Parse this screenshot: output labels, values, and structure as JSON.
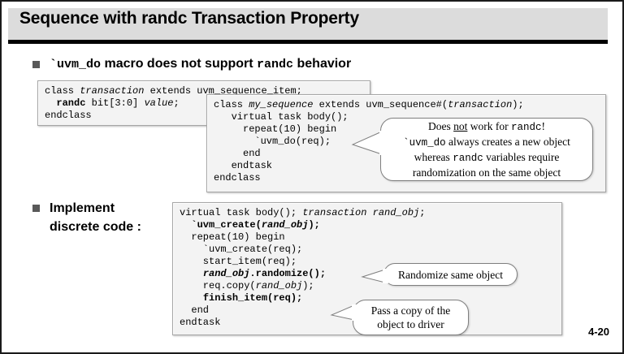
{
  "slide": {
    "title": "Sequence with randc Transaction Property",
    "page_number": "4-20",
    "title_bar_color": "#dcdcdc",
    "bullet_marker_color": "#595959",
    "code_box_bg": "#f3f3f3",
    "code_box_border": "#a6a6a6"
  },
  "bullets": [
    {
      "id": "uvm-do-macro",
      "segments": [
        {
          "text": "`uvm_do",
          "style": "mono"
        },
        {
          "text": " macro does not support ",
          "style": "sans"
        },
        {
          "text": "randc",
          "style": "mono"
        },
        {
          "text": " behavior",
          "style": "sans"
        }
      ],
      "plain": "`uvm_do macro does not support randc behavior"
    },
    {
      "id": "implement-discrete-code",
      "line1": "Implement",
      "line2": "discrete code :",
      "plain": "Implement discrete code :"
    }
  ],
  "code_boxes": [
    {
      "id": "transaction-class",
      "lines": [
        "class transaction extends uvm_sequence_item;",
        "  randc bit[3:0] value;",
        "endclass"
      ]
    },
    {
      "id": "my-sequence-class",
      "lines": [
        "class my_sequence extends uvm_sequence#(transaction);",
        "   virtual task body();",
        "     repeat(10) begin",
        "       `uvm_do(req);",
        "     end",
        "   endtask",
        "endclass"
      ]
    },
    {
      "id": "discrete-code-body",
      "lines": [
        "virtual task body(); transaction rand_obj;",
        "  `uvm_create(rand_obj);",
        "  repeat(10) begin",
        "    `uvm_create(req);",
        "    start_item(req);",
        "    rand_obj.randomize();",
        "    req.copy(rand_obj);",
        "    finish_item(req);",
        "  end",
        "endtask"
      ]
    }
  ],
  "callouts": [
    {
      "id": "randc-warning",
      "lines": [
        "Does not work for randc!",
        "`uvm_do always creates a new object",
        "whereas randc variables require",
        "randomization on the same object"
      ],
      "plain": "Does not work for randc! `uvm_do always creates a new object whereas randc variables require randomization on the same object"
    },
    {
      "id": "randomize-same-object",
      "text": "Randomize same object"
    },
    {
      "id": "pass-copy-to-driver",
      "line1": "Pass a copy of the",
      "line2": "object to driver",
      "plain": "Pass a copy of the object to driver"
    }
  ]
}
